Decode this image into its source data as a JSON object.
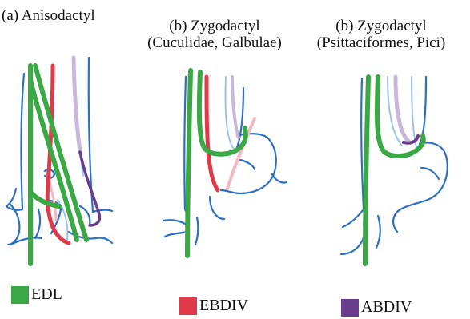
{
  "panels": {
    "a": {
      "title": "(a) Anisodactyl"
    },
    "b1": {
      "title": "(b) Zygodactyl",
      "subtitle": "(Cuculidae, Galbulae)"
    },
    "b2": {
      "title": "(b) Zygodactyl",
      "subtitle": "(Psittaciformes, Pici)"
    }
  },
  "legend": [
    {
      "label": "EDL",
      "color": "#3aa845"
    },
    {
      "label": "EBDIV",
      "color": "#e03a4a"
    },
    {
      "label": "ABDIV",
      "color": "#6a3d8c"
    }
  ],
  "colors": {
    "edl": "#3aa845",
    "ebdiv": "#e03a4a",
    "ebdiv_faint": "#f4b8c2",
    "abdiv": "#6a3d8c",
    "abdiv_faint": "#c9b8dc",
    "bone": "#2d6fc0",
    "bone_faint": "#9ec3ea"
  }
}
